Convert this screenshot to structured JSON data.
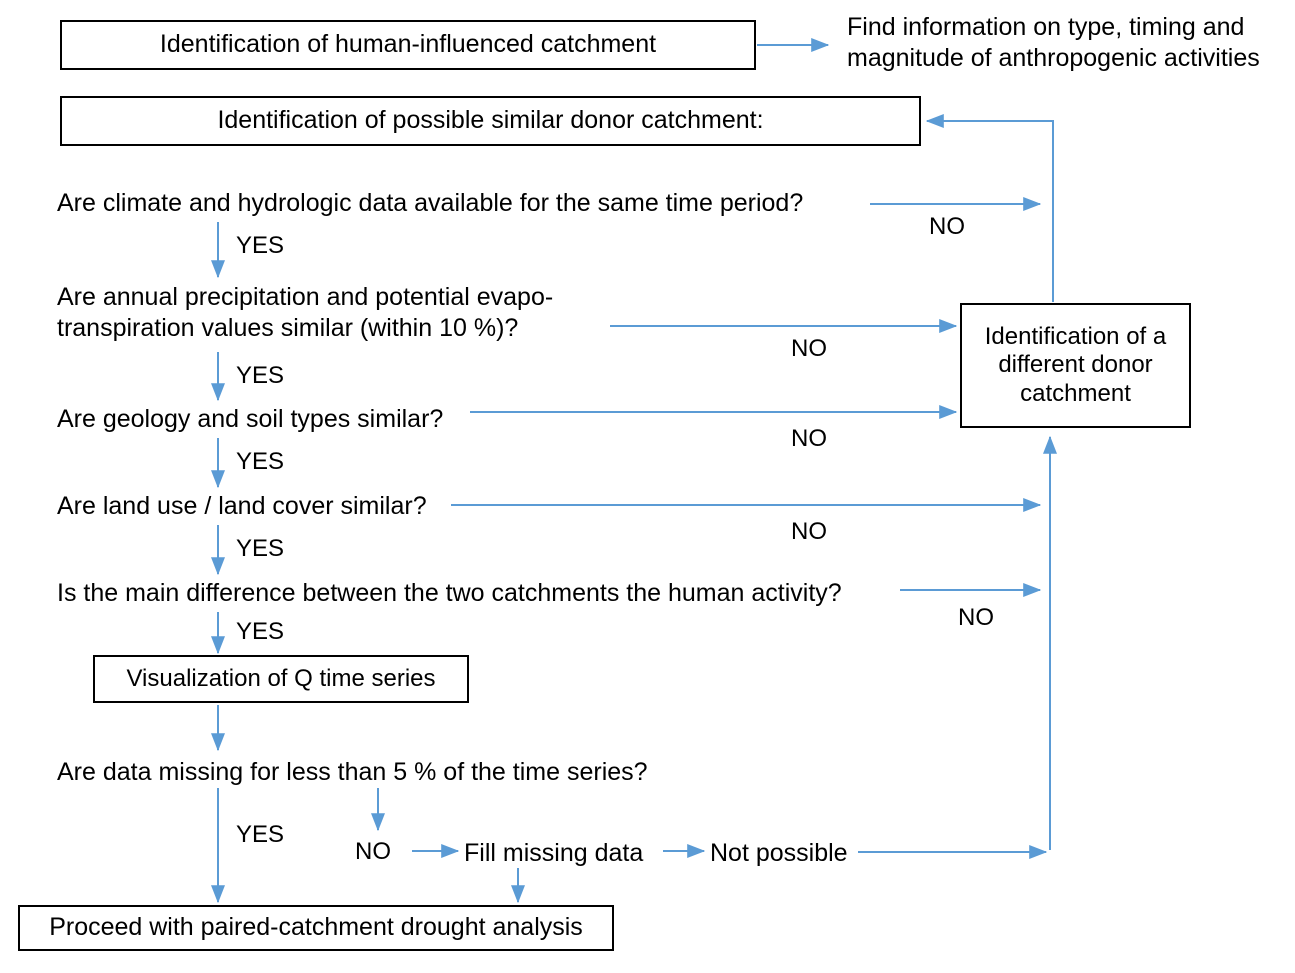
{
  "diagram": {
    "title": "Paired-catchment drought analysis decision flowchart",
    "accent_color": "#5B9BD5",
    "outline_color": "#000000",
    "background_color": "#FFFFFF"
  },
  "boxes": {
    "human_catchment": "Identification of human-influenced catchment",
    "donor_catchment": "Identification of possible similar donor catchment:",
    "different_donor": "Identification of a different donor catchment",
    "visualization": "Visualization of Q time series",
    "proceed": "Proceed with paired-catchment drought analysis"
  },
  "notes": {
    "find_information": "Find information on type, timing and magnitude of anthropogenic activities"
  },
  "questions": {
    "climate": "Are climate and hydrologic data available for the same time period?",
    "precipitation": "Are annual precipitation and potential evapo-transpiration values similar (within 10 %)?",
    "geology": "Are geology and soil types similar?",
    "landuse": "Are land use / land cover similar?",
    "main_difference": "Is the main difference between the two catchments the human activity?",
    "data_missing": "Are data missing for less than 5 % of the time series?"
  },
  "edge_labels": {
    "yes_1": "YES",
    "yes_2": "YES",
    "yes_3": "YES",
    "yes_4": "YES",
    "yes_5": "YES",
    "yes_6": "YES",
    "no_1": "NO",
    "no_2": "NO",
    "no_3": "NO",
    "no_4": "NO",
    "no_5": "NO",
    "no_6": "NO"
  },
  "terminals": {
    "fill_missing_data": "Fill missing data",
    "not_possible": "Not possible"
  }
}
